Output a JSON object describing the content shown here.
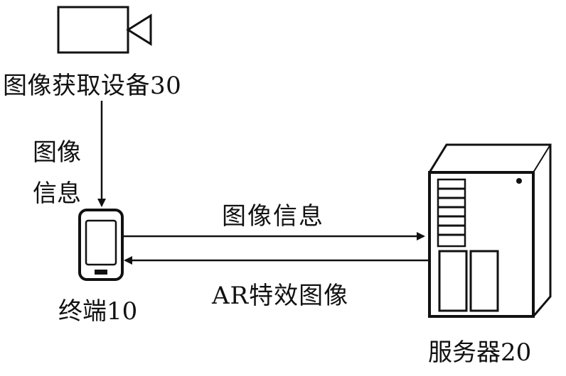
{
  "nodes": {
    "camera": {
      "label": "图像获取设备30",
      "icon": "camera-icon"
    },
    "terminal": {
      "label": "终端10",
      "icon": "phone-icon"
    },
    "server": {
      "label": "服务器20",
      "icon": "server-icon"
    }
  },
  "edges": {
    "camera_to_terminal": {
      "label": "图像信息"
    },
    "terminal_to_server": {
      "label": "图像信息"
    },
    "server_to_terminal": {
      "label": "AR特效图像"
    }
  },
  "colors": {
    "stroke": "#111111",
    "background": "#ffffff"
  }
}
